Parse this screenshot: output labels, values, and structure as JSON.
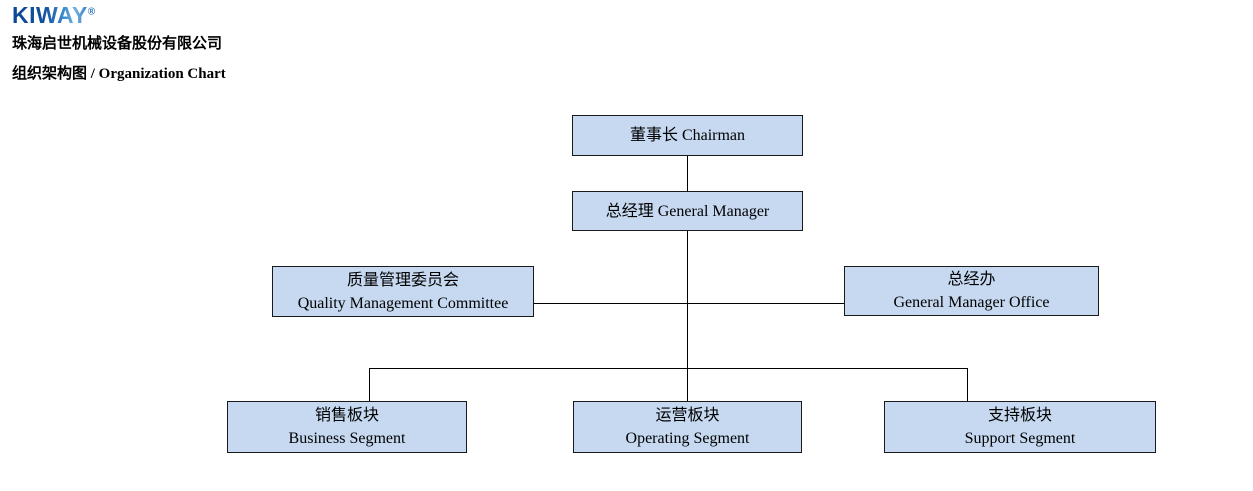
{
  "header": {
    "logo_text": "KIWAY",
    "logo_registered": "®",
    "company_name": "珠海启世机械设备股份有限公司",
    "chart_title": "组织架构图 / Organization Chart"
  },
  "org": {
    "nodes": [
      {
        "id": "chairman",
        "line1": "董事长 Chairman",
        "line2": ""
      },
      {
        "id": "gm",
        "line1": "总经理 General Manager",
        "line2": ""
      },
      {
        "id": "quality",
        "line1": "质量管理委员会",
        "line2": "Quality Management Committee"
      },
      {
        "id": "gmo",
        "line1": "总经办",
        "line2": "General Manager Office"
      },
      {
        "id": "business",
        "line1": "销售板块",
        "line2": "Business Segment"
      },
      {
        "id": "operating",
        "line1": "运营板块",
        "line2": "Operating Segment"
      },
      {
        "id": "support",
        "line1": "支持板块",
        "line2": "Support Segment"
      }
    ],
    "hierarchy": [
      "Chairman > General Manager",
      "General Manager > Quality Management Committee (staff, left)",
      "General Manager > General Manager Office (staff, right)",
      "General Manager > Business Segment",
      "General Manager > Operating Segment",
      "General Manager > Support Segment"
    ]
  },
  "colors": {
    "box_fill": "#c6d9f1",
    "box_border": "#1a1a1a",
    "connector_line": "#000000",
    "logo_blue": "#114e9e",
    "logo_light_blue": "#6fb2e2",
    "text": "#000000",
    "background": "#ffffff"
  }
}
